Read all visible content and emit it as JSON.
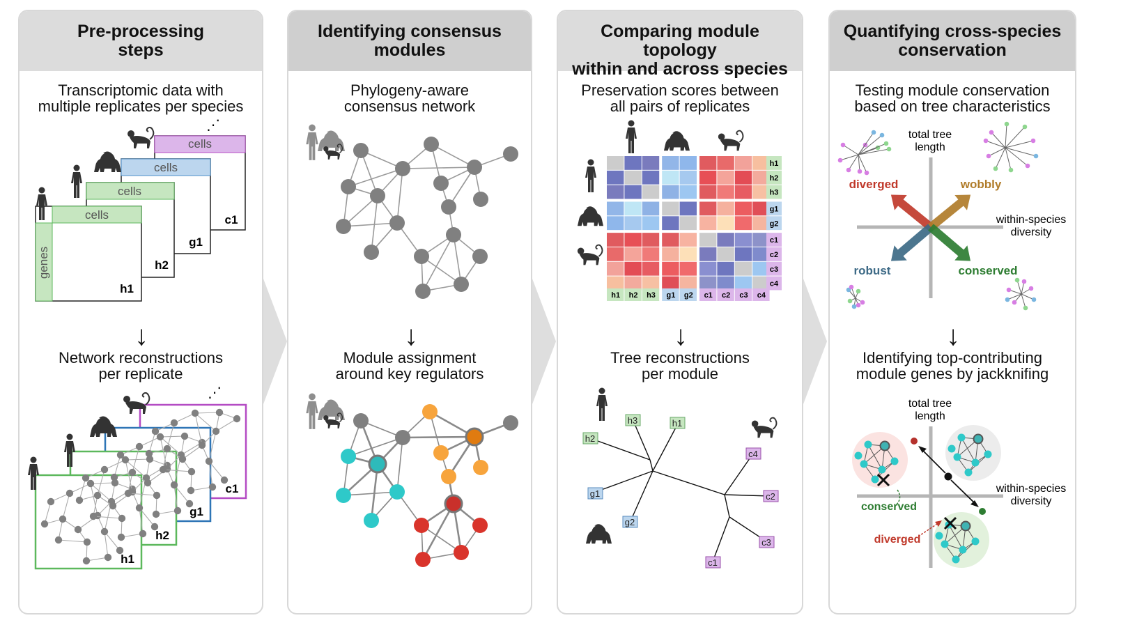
{
  "panels": [
    {
      "title": "Pre-processing\nsteps",
      "top_caption": "Transcriptomic data with\nmultiple replicates per species",
      "bottom_caption": "Network reconstructions\nper replicate",
      "matrix_label_cells": "cells",
      "matrix_label_genes": "genes",
      "replicates": [
        "h1",
        "h2",
        "g1",
        "c1"
      ],
      "ellipsis": "⋰"
    },
    {
      "title": "Identifying consensus\nmodules",
      "top_caption": "Phylogeny-aware\nconsensus network",
      "bottom_caption": "Module assignment\naround key regulators"
    },
    {
      "title": "Comparing module topology\nwithin and across species",
      "top_caption": "Preservation scores between\nall pairs of replicates",
      "bottom_caption": "Tree reconstructions\nper module",
      "row_labels": [
        "h1",
        "h2",
        "h3",
        "g1",
        "g2",
        "c1",
        "c2",
        "c3",
        "c4"
      ]
    },
    {
      "title": "Quantifying cross-species\nconservation",
      "top_caption": "Testing module conservation\nbased on tree characteristics",
      "bottom_caption": "Identifying top-contributing\nmodule genes by jackknifing",
      "axis_y_label": "total tree\nlength",
      "axis_x_label": "within-species\ndiversity",
      "quadrants": {
        "diverged": "diverged",
        "wobbly": "wobbly",
        "robust": "robust",
        "conserved": "conserved"
      }
    }
  ],
  "colors": {
    "human": "#5cb85c",
    "human_light": "#c6e6c0",
    "gorilla": "#4a8ec9",
    "gorilla_light": "#bcd6ee",
    "chimp": "#b44bc4",
    "chimp_light": "#dcb6ea",
    "node": "#808080",
    "module_teal": "#2ec9c9",
    "module_orange": "#f7a43c",
    "module_red": "#d9342b",
    "diverged": "#c0392b",
    "wobbly": "#b07c2a",
    "robust": "#3d6a86",
    "conserved": "#2e7d32"
  }
}
